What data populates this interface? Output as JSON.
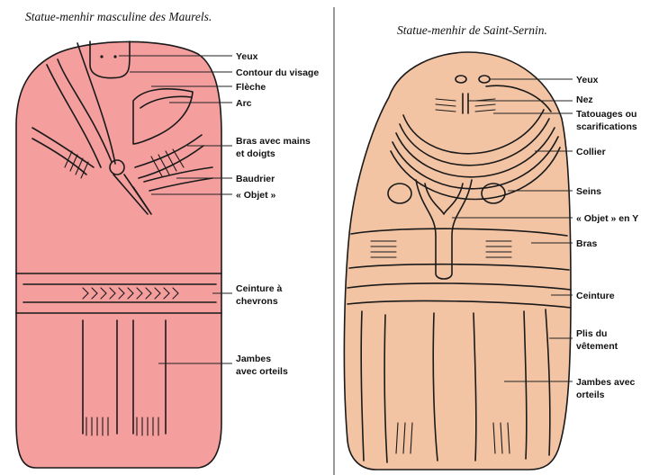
{
  "left": {
    "title": "Statue-menhir masculine des Maurels.",
    "colors": {
      "fill": "#f49e9e",
      "stroke": "#1a1a1a"
    },
    "labels": [
      {
        "key": "yeux",
        "text": "Yeux"
      },
      {
        "key": "contour",
        "text": "Contour du visage"
      },
      {
        "key": "fleche",
        "text": "Flèche"
      },
      {
        "key": "arc",
        "text": "Arc"
      },
      {
        "key": "bras1",
        "text": "Bras avec mains"
      },
      {
        "key": "bras2",
        "text": "et doigts"
      },
      {
        "key": "baudrier",
        "text": "Baudrier"
      },
      {
        "key": "objet",
        "text": "« Objet »"
      },
      {
        "key": "ceinture1",
        "text": "Ceinture à"
      },
      {
        "key": "ceinture2",
        "text": "chevrons"
      },
      {
        "key": "jambes1",
        "text": "Jambes"
      },
      {
        "key": "jambes2",
        "text": "avec orteils"
      }
    ]
  },
  "right": {
    "title": "Statue-menhir de Saint-Sernin.",
    "colors": {
      "fill": "#f3c4a4",
      "stroke": "#1a1a1a"
    },
    "labels": [
      {
        "key": "yeux",
        "text": "Yeux"
      },
      {
        "key": "nez",
        "text": "Nez"
      },
      {
        "key": "tatouages1",
        "text": "Tatouages ou"
      },
      {
        "key": "tatouages2",
        "text": "scarifications"
      },
      {
        "key": "collier",
        "text": "Collier"
      },
      {
        "key": "seins",
        "text": "Seins"
      },
      {
        "key": "objety",
        "text": "« Objet » en Y"
      },
      {
        "key": "bras",
        "text": "Bras"
      },
      {
        "key": "ceinture",
        "text": "Ceinture"
      },
      {
        "key": "plis1",
        "text": "Plis du"
      },
      {
        "key": "plis2",
        "text": "vêtement"
      },
      {
        "key": "jambes1",
        "text": "Jambes avec"
      },
      {
        "key": "jambes2",
        "text": "orteils"
      }
    ]
  }
}
